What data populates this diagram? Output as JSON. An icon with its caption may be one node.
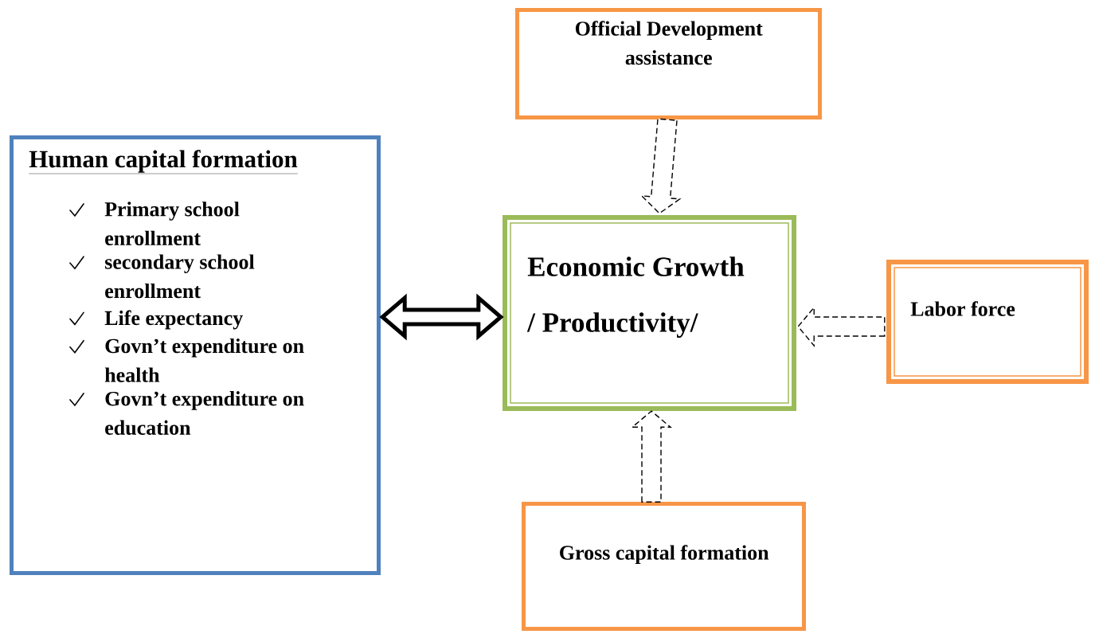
{
  "diagram": {
    "nodes": [
      {
        "text": [
          "Official Development assistance"
        ]
      },
      {
        "text": [
          "Human capital formation",
          "Primary school enrollment",
          "secondary school enrollment",
          "Life expectancy",
          "Govn’t expenditure on health",
          "Govn’t expenditure on education"
        ]
      },
      {
        "text": [
          "Economic Growth",
          "/ Productivity/"
        ]
      },
      {
        "text": [
          "Labor force"
        ]
      },
      {
        "text": [
          "Gross capital formation"
        ]
      }
    ],
    "edges": [
      {
        "from": 0,
        "to": 2,
        "arrow": "to",
        "style": "dashed"
      },
      {
        "from": 1,
        "to": 2,
        "arrow": "both",
        "style": "thick"
      },
      {
        "from": 3,
        "to": 2,
        "arrow": "to",
        "style": "dashed"
      },
      {
        "from": 4,
        "to": 2,
        "arrow": "to",
        "style": "dashed"
      }
    ]
  }
}
